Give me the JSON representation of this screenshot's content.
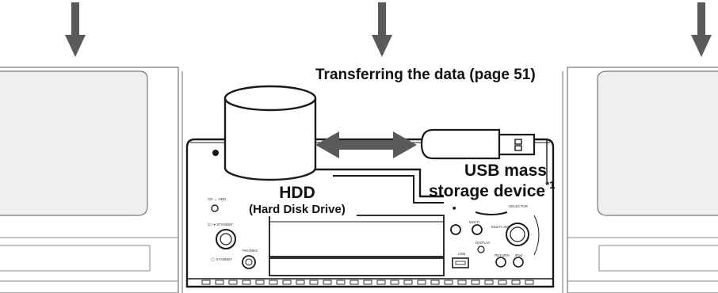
{
  "labels": {
    "transfer": "Transferring the data (page 51)",
    "hdd": "HDD",
    "hdd_sub": "(Hard Disk Drive)",
    "usb_line1": "USB mass",
    "usb_line2": "storage device",
    "usb_footnote": "*1"
  },
  "panel_text": {
    "cd_hdd": "CD ↔ HDD",
    "standby_btn": "⏻ / ● STANDBY",
    "standby_ind": "◯ STANDBY",
    "phones": "PHONES",
    "selector": "SELECTOR",
    "multi": "MULTI",
    "display": "DISPLAY",
    "multi_jog": "MULTI JOG",
    "return": "RETURN",
    "usb": "USB",
    "ipod": "iPod"
  },
  "colors": {
    "arrow": "#5a5a5a",
    "speaker_fill": "#efefef",
    "outline": "#1a1a1a"
  }
}
